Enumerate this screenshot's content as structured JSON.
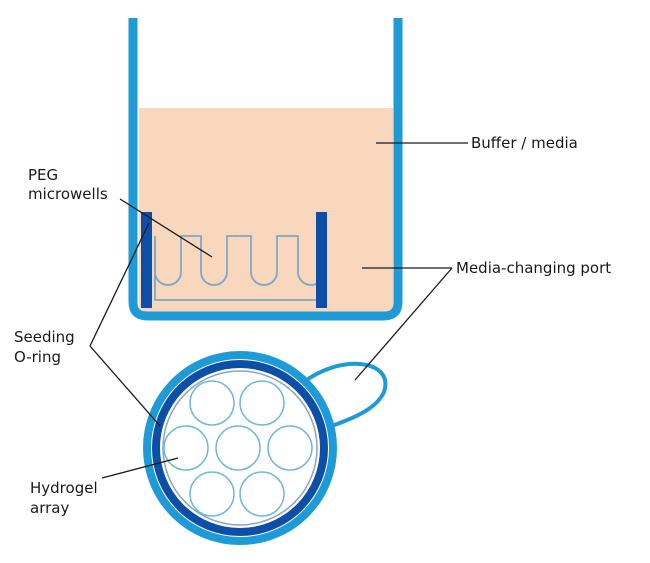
{
  "labels": {
    "buffer_media": "Buffer / media",
    "peg_line1": "PEG",
    "peg_line2": "microwells",
    "media_port": "Media-changing port",
    "seeding_line1": "Seeding",
    "seeding_line2": "O-ring",
    "hydrogel_line1": "Hydrogel",
    "hydrogel_line2": "array"
  },
  "colors": {
    "container": "#1e9ad6",
    "oring": "#0d4fa6",
    "media": "#f9d7bd",
    "well_outline": "#7da9c7",
    "well_fill": "#fdf3ea",
    "leader": "#1a1a1a"
  }
}
